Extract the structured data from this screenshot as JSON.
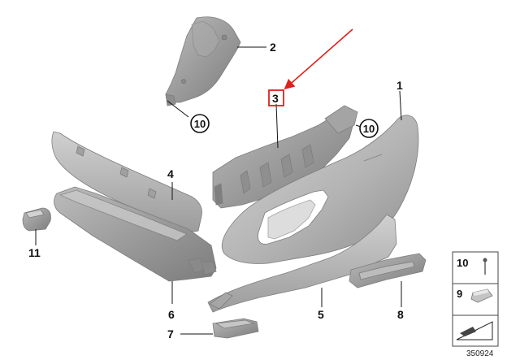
{
  "diagram": {
    "callouts": {
      "c1": "1",
      "c2": "2",
      "c3": "3",
      "c4": "4",
      "c5": "5",
      "c6": "6",
      "c7": "7",
      "c8": "8",
      "c10a": "10",
      "c10b": "10",
      "c11": "11"
    },
    "legend": {
      "item10": "10",
      "item9": "9"
    },
    "reference_number": "350924",
    "colors": {
      "highlight": "#e0201c",
      "part_fill": "#bdbdbd",
      "part_shade": "#9a9a9a",
      "leader": "#111111"
    }
  }
}
